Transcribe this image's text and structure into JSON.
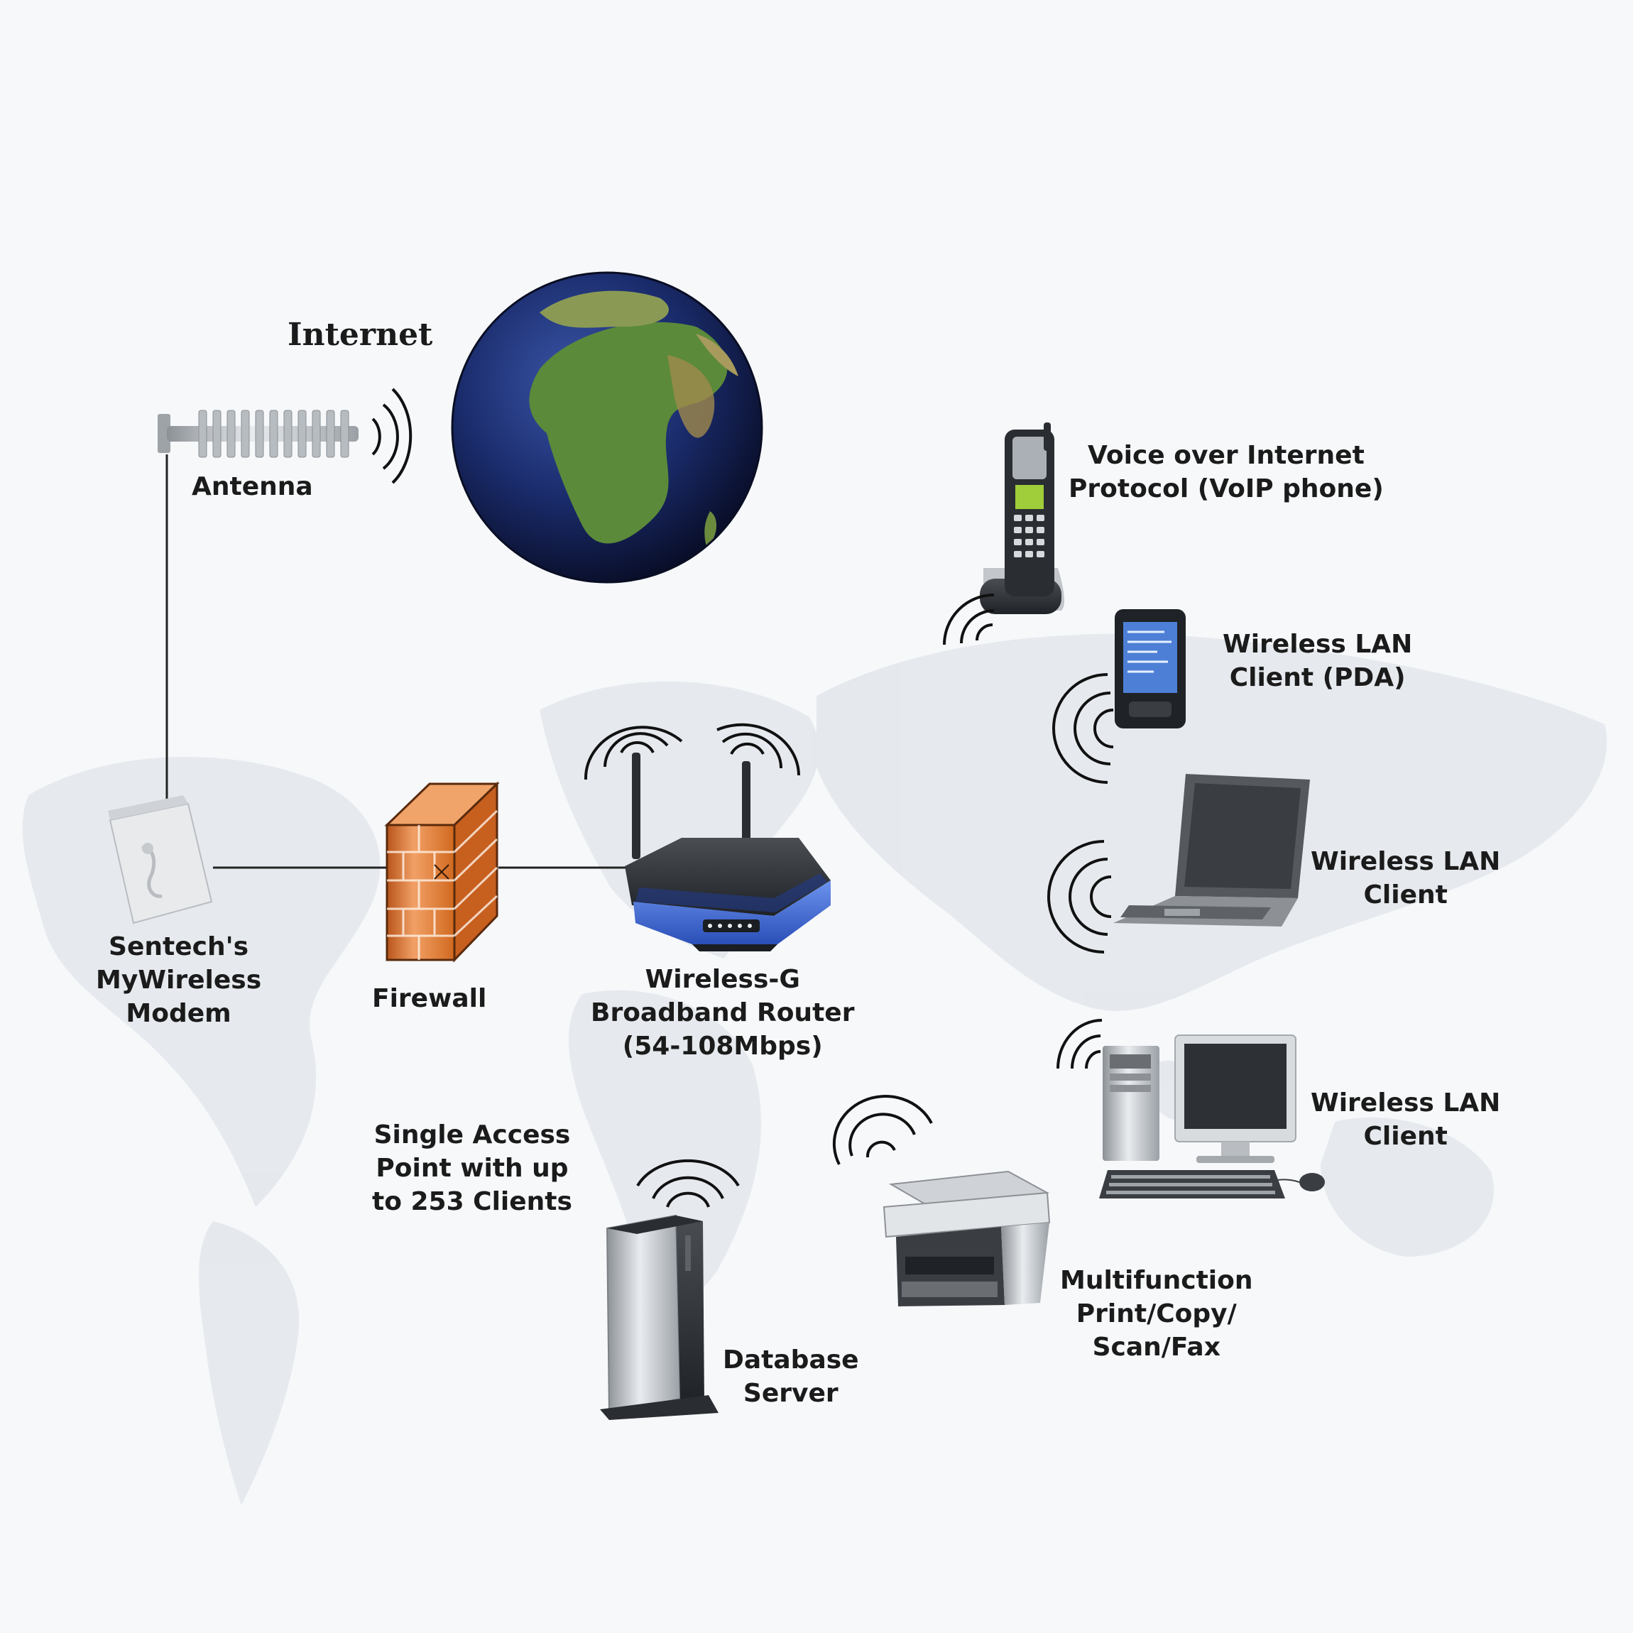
{
  "labels": {
    "internet": "Internet",
    "antenna": "Antenna",
    "voip": [
      "Voice over Internet",
      "Protocol (VoIP phone)"
    ],
    "pda": [
      "Wireless LAN",
      "Client (PDA)"
    ],
    "laptop": [
      "Wireless LAN",
      "Client"
    ],
    "desktop": [
      "Wireless LAN",
      "Client"
    ],
    "modem": [
      "Sentech's",
      "MyWireless",
      "Modem"
    ],
    "firewall": "Firewall",
    "router": [
      "Wireless-G",
      "Broadband Router",
      "(54-108Mbps)"
    ],
    "access_point": [
      "Single Access",
      "Point with up",
      "to 253 Clients"
    ],
    "printer": [
      "Multifunction",
      "Print/Copy/",
      "Scan/Fax"
    ],
    "server": [
      "Database",
      "Server"
    ]
  },
  "icons": {
    "globe": "globe-icon",
    "antenna": "antenna-icon",
    "voip": "cordless-phone-icon",
    "pda": "pda-icon",
    "laptop": "laptop-icon",
    "desktop": "desktop-computer-icon",
    "modem": "modem-icon",
    "firewall": "firewall-icon",
    "router": "router-icon",
    "printer": "printer-icon",
    "server": "server-icon"
  },
  "colors": {
    "background": "#f6f8fa",
    "map": "#e4e8ec",
    "router_blue": "#3f6fd8",
    "firewall_orange": "#e0782e",
    "ocean": "#1a2b6b",
    "land": "#5b8a3a"
  }
}
